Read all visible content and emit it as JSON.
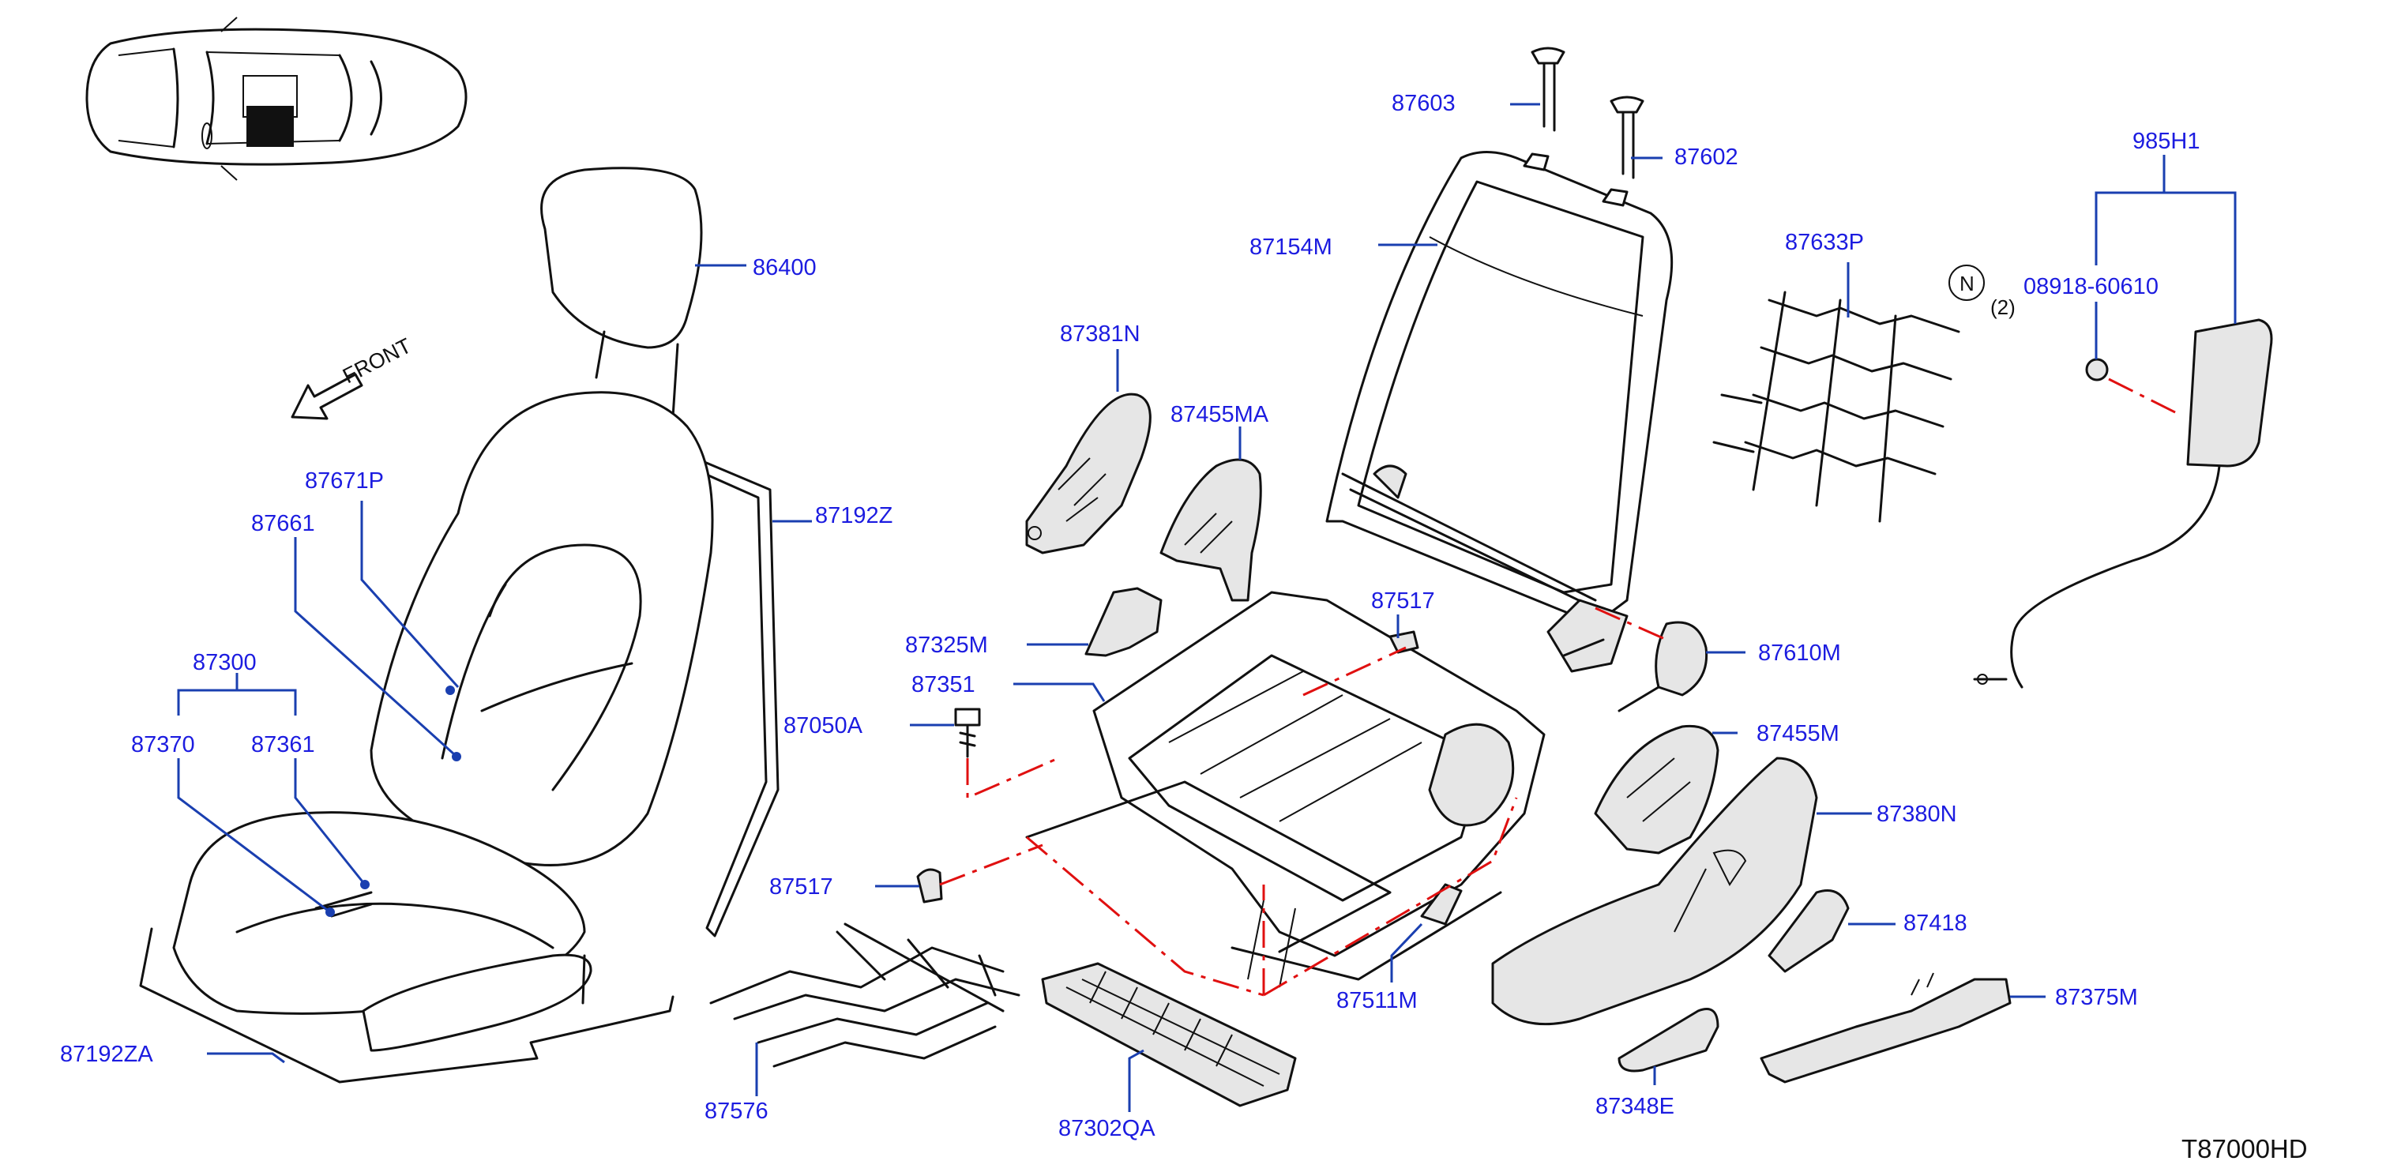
{
  "diagram": {
    "code": "T87000HD",
    "front_label": "FRONT",
    "note_symbol": "N",
    "note_qty": "(2)"
  },
  "parts": [
    {
      "id": "86400"
    },
    {
      "id": "87192Z"
    },
    {
      "id": "87671P"
    },
    {
      "id": "87661"
    },
    {
      "id": "87300"
    },
    {
      "id": "87370"
    },
    {
      "id": "87361"
    },
    {
      "id": "87192ZA"
    },
    {
      "id": "87381N"
    },
    {
      "id": "87455MA"
    },
    {
      "id": "87325M"
    },
    {
      "id": "87351"
    },
    {
      "id": "87050A"
    },
    {
      "id": "87517"
    },
    {
      "id": "87576"
    },
    {
      "id": "87302QA"
    },
    {
      "id": "87603"
    },
    {
      "id": "87602"
    },
    {
      "id": "87154M"
    },
    {
      "id": "87517"
    },
    {
      "id": "87610M"
    },
    {
      "id": "87455M"
    },
    {
      "id": "87380N"
    },
    {
      "id": "87418"
    },
    {
      "id": "87375M"
    },
    {
      "id": "87511M"
    },
    {
      "id": "87348E"
    },
    {
      "id": "87633P"
    },
    {
      "id": "985H1"
    },
    {
      "id": "08918-60610"
    }
  ],
  "colors": {
    "label": "#1c1ce0",
    "leader": "#1a3fb0",
    "line_art": "#111111",
    "dash_line": "#e01010"
  }
}
